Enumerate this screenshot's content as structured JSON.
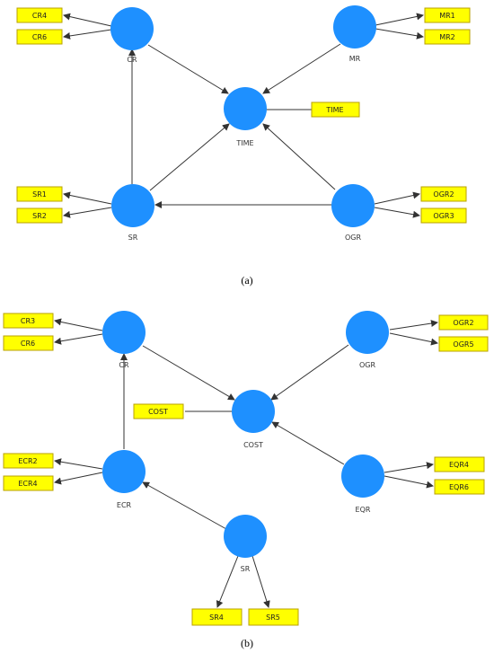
{
  "colors": {
    "construct_fill": "#1E90FF",
    "indicator_fill": "#FFFF00",
    "indicator_stroke": "#B8A000",
    "arrow": "#333333"
  },
  "panel_a": {
    "caption": "(a)",
    "constructs": {
      "cr": "CR",
      "mr": "MR",
      "time": "TIME",
      "sr": "SR",
      "ogr": "OGR"
    },
    "indicators": {
      "cr4": "CR4",
      "cr6": "CR6",
      "mr1": "MR1",
      "mr2": "MR2",
      "time": "TIME",
      "sr1": "SR1",
      "sr2": "SR2",
      "ogr2": "OGR2",
      "ogr3": "OGR3"
    }
  },
  "panel_b": {
    "caption": "(b)",
    "constructs": {
      "cr": "CR",
      "ogr": "OGR",
      "cost": "COST",
      "ecr": "ECR",
      "eqr": "EQR",
      "sr": "SR"
    },
    "indicators": {
      "cr3": "CR3",
      "cr6": "CR6",
      "ogr2": "OGR2",
      "ogr5": "OGR5",
      "cost": "COST",
      "ecr2": "ECR2",
      "ecr4": "ECR4",
      "eqr4": "EQR4",
      "eqr6": "EQR6",
      "sr4": "SR4",
      "sr5": "SR5"
    }
  }
}
